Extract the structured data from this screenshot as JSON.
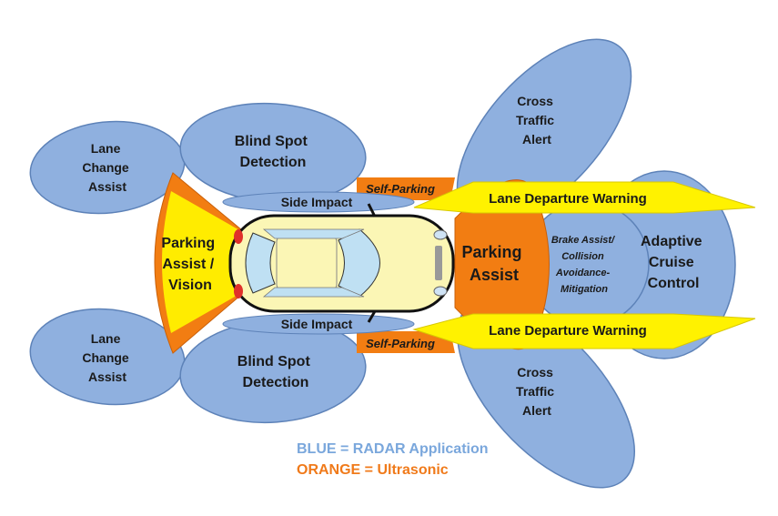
{
  "colors": {
    "radar_blue": "#8fb0df",
    "radar_stroke": "#5d82b8",
    "ultrasonic_orange": "#f27d12",
    "vision_yellow": "#fff200",
    "car_body": "#fbf6b5",
    "car_glass": "#bfe0f3"
  },
  "zones": {
    "lane_change_top": [
      "Lane",
      "Change",
      "Assist"
    ],
    "lane_change_bottom": [
      "Lane",
      "Change",
      "Assist"
    ],
    "blind_spot_top": [
      "Blind Spot",
      "Detection"
    ],
    "blind_spot_bottom": [
      "Blind Spot",
      "Detection"
    ],
    "cross_traffic_top": [
      "Cross",
      "Traffic",
      "Alert"
    ],
    "cross_traffic_bottom": [
      "Cross",
      "Traffic",
      "Alert"
    ],
    "parking_rear": [
      "Parking",
      "Assist /",
      "Vision"
    ],
    "parking_front": [
      "Parking",
      "Assist"
    ],
    "self_parking_top": "Self-Parking",
    "self_parking_bottom": "Self-Parking",
    "side_impact_top": "Side Impact",
    "side_impact_bottom": "Side Impact",
    "lane_departure_top": "Lane Departure Warning",
    "lane_departure_bottom": "Lane Departure Warning",
    "brake_assist": [
      "Brake Assist/",
      "Collision",
      "Avoidance-",
      "Mitigation"
    ],
    "adaptive_cruise": [
      "Adaptive",
      "Cruise",
      "Control"
    ]
  },
  "legend": {
    "blue": "BLUE = RADAR Application",
    "orange": "ORANGE = Ultrasonic"
  }
}
